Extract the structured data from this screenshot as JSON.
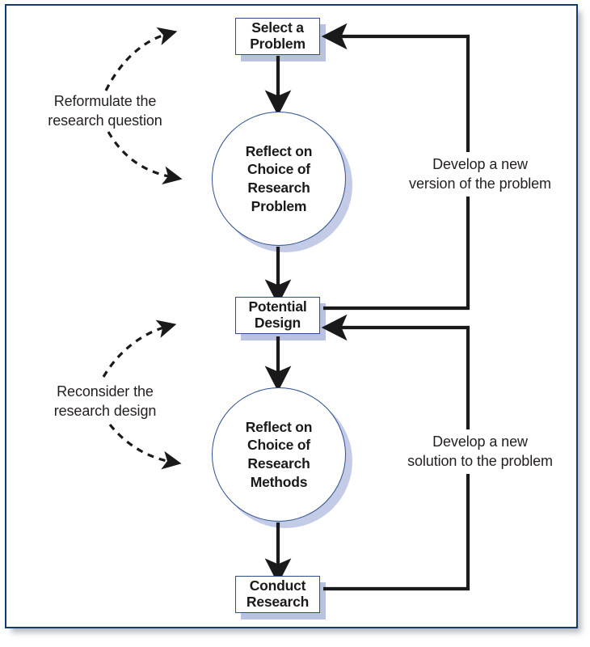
{
  "figure": {
    "title": "Reflective research process flowchart",
    "border_color": "#123c6b",
    "node_border_color": "#2b4f8e",
    "node_shadow_color": "#b9c2e0",
    "edge_color": "#1a1a1a",
    "background": "#ffffff"
  },
  "nodes": {
    "select_problem": {
      "label": "Select a\nProblem",
      "shape": "rectangle"
    },
    "reflect_problem": {
      "label": "Reflect on\nChoice of\nResearch\nProblem",
      "shape": "circle"
    },
    "potential_design": {
      "label": "Potential\nDesign",
      "shape": "rectangle"
    },
    "reflect_methods": {
      "label": "Reflect on\nChoice of\nResearch\nMethods",
      "shape": "circle"
    },
    "conduct_research": {
      "label": "Conduct\nResearch",
      "shape": "rectangle"
    }
  },
  "annotations": {
    "reformulate": {
      "label": "Reformulate the\nresearch question",
      "side": "left"
    },
    "reconsider": {
      "label": "Reconsider the\nresearch design",
      "side": "left"
    },
    "develop_version": {
      "label": "Develop a new\nversion of the problem",
      "side": "right"
    },
    "develop_solution": {
      "label": "Develop a new\nsolution to the problem",
      "side": "right"
    }
  }
}
